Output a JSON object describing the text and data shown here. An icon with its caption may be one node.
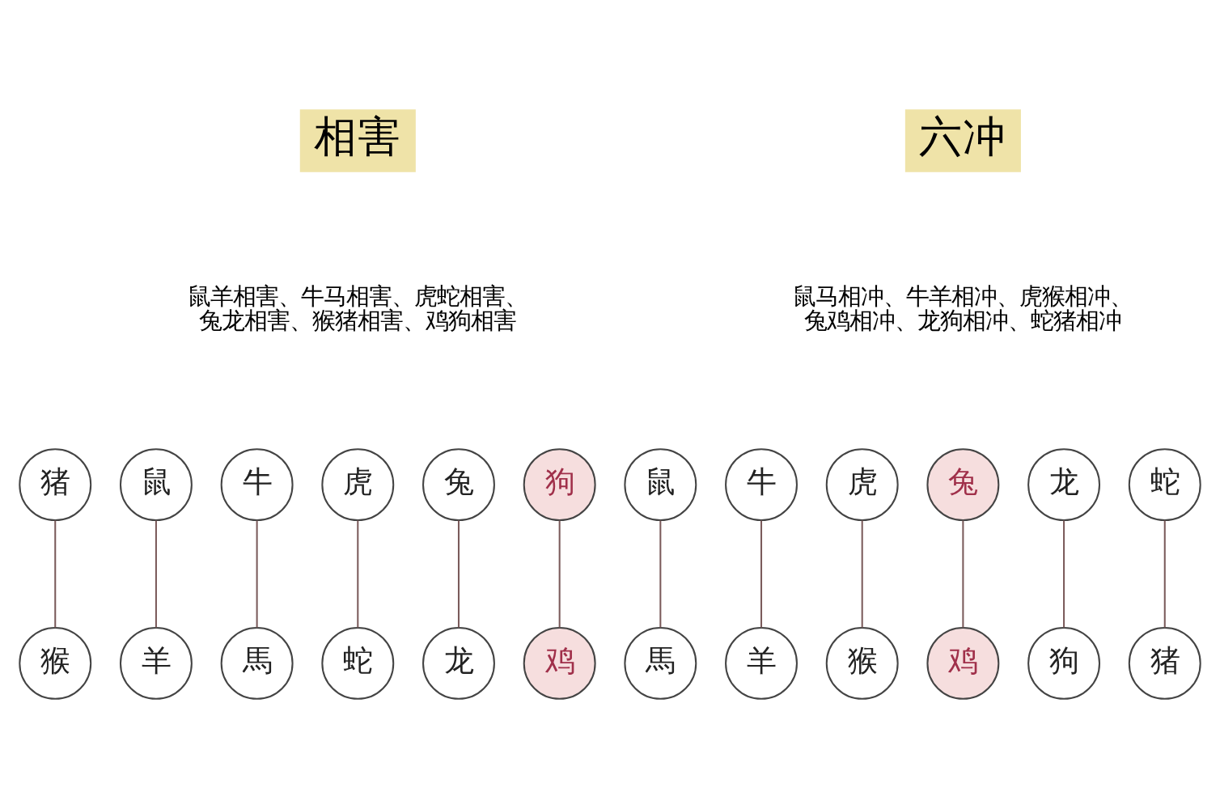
{
  "diagram": {
    "nodes": [
      {
        "text": [
          "相害"
        ]
      },
      {
        "text": [
          "鼠"
        ]
      },
      {
        "text": [
          "牛"
        ]
      },
      {
        "text": [
          "虎"
        ]
      },
      {
        "text": [
          "兔"
        ]
      },
      {
        "text": [
          "龙"
        ]
      },
      {
        "text": [
          "蛇"
        ]
      },
      {
        "text": [
          "馬"
        ]
      },
      {
        "text": [
          "羊"
        ]
      },
      {
        "text": [
          "猴"
        ]
      },
      {
        "text": [
          "鸡"
        ]
      },
      {
        "text": [
          "狗"
        ]
      },
      {
        "text": [
          "猪"
        ]
      },
      {
        "text": [
          "六冲"
        ]
      },
      {
        "text": [
          "鼠"
        ]
      },
      {
        "text": [
          "牛"
        ]
      },
      {
        "text": [
          "虎"
        ]
      },
      {
        "text": [
          "兔"
        ]
      },
      {
        "text": [
          "龙"
        ]
      },
      {
        "text": [
          "蛇"
        ]
      },
      {
        "text": [
          "馬"
        ]
      },
      {
        "text": [
          "羊"
        ]
      },
      {
        "text": [
          "猴"
        ]
      },
      {
        "text": [
          "鸡"
        ]
      },
      {
        "text": [
          "狗"
        ]
      },
      {
        "text": [
          "猪"
        ]
      }
    ],
    "edges": [
      {
        "from": 11,
        "to": 10,
        "arrow": "none"
      },
      {
        "from": 12,
        "to": 9,
        "arrow": "none"
      },
      {
        "from": 1,
        "to": 8,
        "arrow": "none"
      },
      {
        "from": 2,
        "to": 7,
        "arrow": "none"
      },
      {
        "from": 3,
        "to": 6,
        "arrow": "none"
      },
      {
        "from": 4,
        "to": 5,
        "arrow": "none"
      },
      {
        "from": 14,
        "to": 20,
        "arrow": "none"
      },
      {
        "from": 15,
        "to": 21,
        "arrow": "none"
      },
      {
        "from": 16,
        "to": 22,
        "arrow": "none"
      },
      {
        "from": 17,
        "to": 23,
        "arrow": "none"
      },
      {
        "from": 18,
        "to": 24,
        "arrow": "none"
      },
      {
        "from": 19,
        "to": 25,
        "arrow": "none"
      }
    ],
    "labels": [
      "鼠羊相害、牛马相害、虎蛇相害、兔龙相害、猴猪相害、鸡狗相害",
      "鼠马相冲、牛羊相冲、虎猴相冲、兔鸡相冲、龙狗相冲、蛇猪相冲"
    ]
  }
}
